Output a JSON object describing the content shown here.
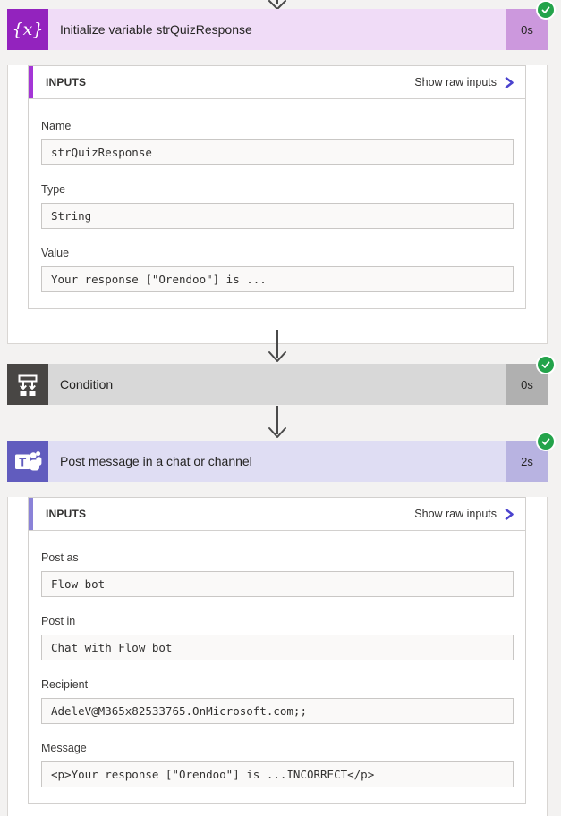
{
  "flow": {
    "blocks": [
      {
        "title": "Initialize variable strQuizResponse",
        "duration": "0s",
        "status": "Succeeded",
        "icon": "variable-brackets-icon",
        "icon_glyph": "{x}",
        "inputs_header": "INPUTS",
        "show_raw_link": "Show raw inputs",
        "fields": [
          {
            "label": "Name",
            "value": "strQuizResponse"
          },
          {
            "label": "Type",
            "value": "String"
          },
          {
            "label": "Value",
            "value": "Your response [\"Orendoo\"] is ..."
          }
        ]
      },
      {
        "title": "Condition",
        "duration": "0s",
        "status": "Succeeded",
        "icon": "condition-branch-icon"
      },
      {
        "title": "Post message in a chat or channel",
        "duration": "2s",
        "status": "Succeeded",
        "icon": "teams-icon",
        "icon_letter": "T",
        "inputs_header": "INPUTS",
        "show_raw_link": "Show raw inputs",
        "fields": [
          {
            "label": "Post as",
            "value": "Flow bot"
          },
          {
            "label": "Post in",
            "value": "Chat with Flow bot"
          },
          {
            "label": "Recipient",
            "value": "AdeleV@M365x82533765.OnMicrosoft.com;;"
          },
          {
            "label": "Message",
            "value": "<p>Your response [\"Orendoo\"] is ...INCORRECT</p>"
          }
        ]
      }
    ],
    "colors": {
      "variable_icon_bg": "#9323be",
      "variable_header_bg": "#f0dcf7",
      "variable_duration_bg": "#cc98dd",
      "condition_icon_bg": "#484644",
      "condition_header_bg": "#d8d8d8",
      "condition_duration_bg": "#b0b0b0",
      "teams_icon_bg": "#615cbe",
      "teams_header_bg": "#dfddf3",
      "teams_duration_bg": "#b8b3e1",
      "success_green": "#23a34a",
      "inputs_accent_variable": "#a435d6",
      "inputs_accent_teams": "#8a82d8",
      "raw_link_chevron": "#4b43ce",
      "connector_arrow": "#4a4a4a"
    }
  }
}
